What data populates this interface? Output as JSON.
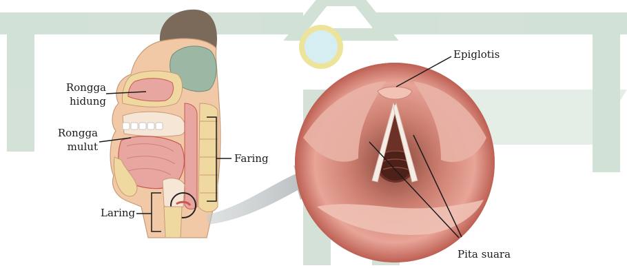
{
  "labels": {
    "rongga_hidung_line1": "Rongga",
    "rongga_hidung_line2": "hidung",
    "rongga_mulut_line1": "Rongga",
    "rongga_mulut_line2": "mulut",
    "faring": "Faring",
    "laring": "Laring",
    "epiglotis": "Epiglotis",
    "pita_suara": "Pita suara"
  },
  "colors": {
    "watermark_green": "#cbdccf",
    "tissue_pink": "#e8a6a0",
    "flesh_red": "#c8574f",
    "bone_yellow": "#f0d9a0",
    "brain_green": "#9cb7a4",
    "arrow_gray": "#a8b0b2"
  }
}
